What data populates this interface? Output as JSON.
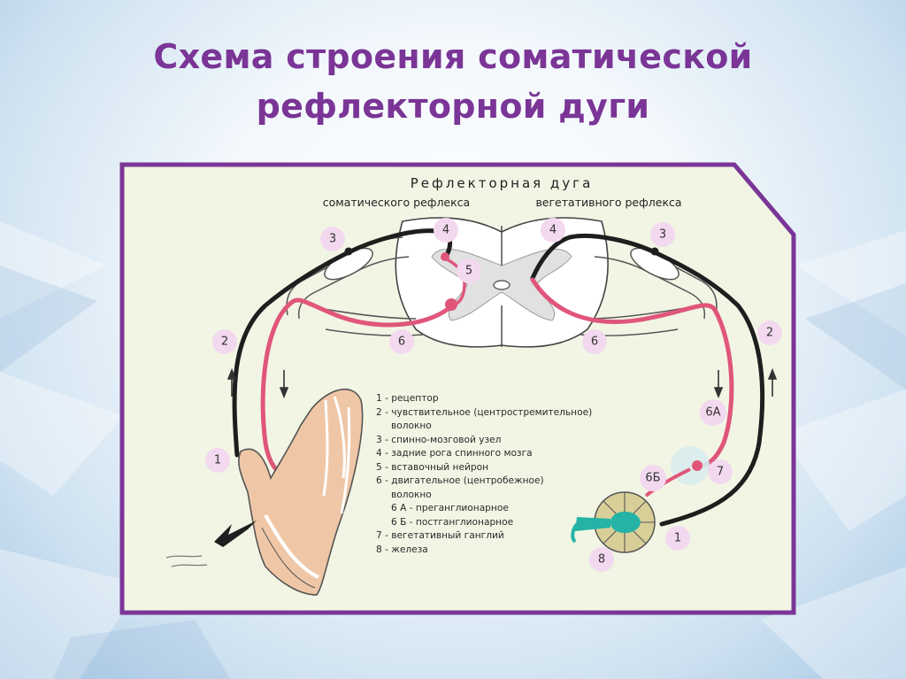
{
  "title": {
    "line1": "Схема строения соматической",
    "line2": "рефлекторной дуги"
  },
  "diagram": {
    "heading": "Рефлекторная дуга",
    "left_heading": "соматического рефлекса",
    "right_heading": "вегетативного рефлекса",
    "markers": {
      "m1_left": "1",
      "m2_left": "2",
      "m3_left": "3",
      "m4_left": "4",
      "m5": "5",
      "m6_left": "6",
      "m1_right": "1",
      "m2_right": "2",
      "m3_right": "3",
      "m4_right": "4",
      "m6_right": "6",
      "m6a": "6А",
      "m6b": "6Б",
      "m7": "7",
      "m8": "8"
    },
    "legend": [
      "1 - рецептор",
      "2 - чувствительное (центростремительное)",
      "волокно",
      "3 - спинно-мозговой узел",
      "4 - задние рога спинного мозга",
      "5 - вставочный нейрон",
      "6 - двигательное (центробежное)",
      "волокно",
      "6 А - преганглионарное",
      "6 Б - постганглионарное",
      "7 - вегетативный ганглий",
      "8 - железа"
    ]
  },
  "colors": {
    "title": "#7a3596",
    "frame": "#7a3596",
    "panel": "#f2f5e4",
    "motor_fiber": "#e0567a",
    "sensory_fiber": "#1e1e1e",
    "marker_fill": "#f3d9ef"
  }
}
